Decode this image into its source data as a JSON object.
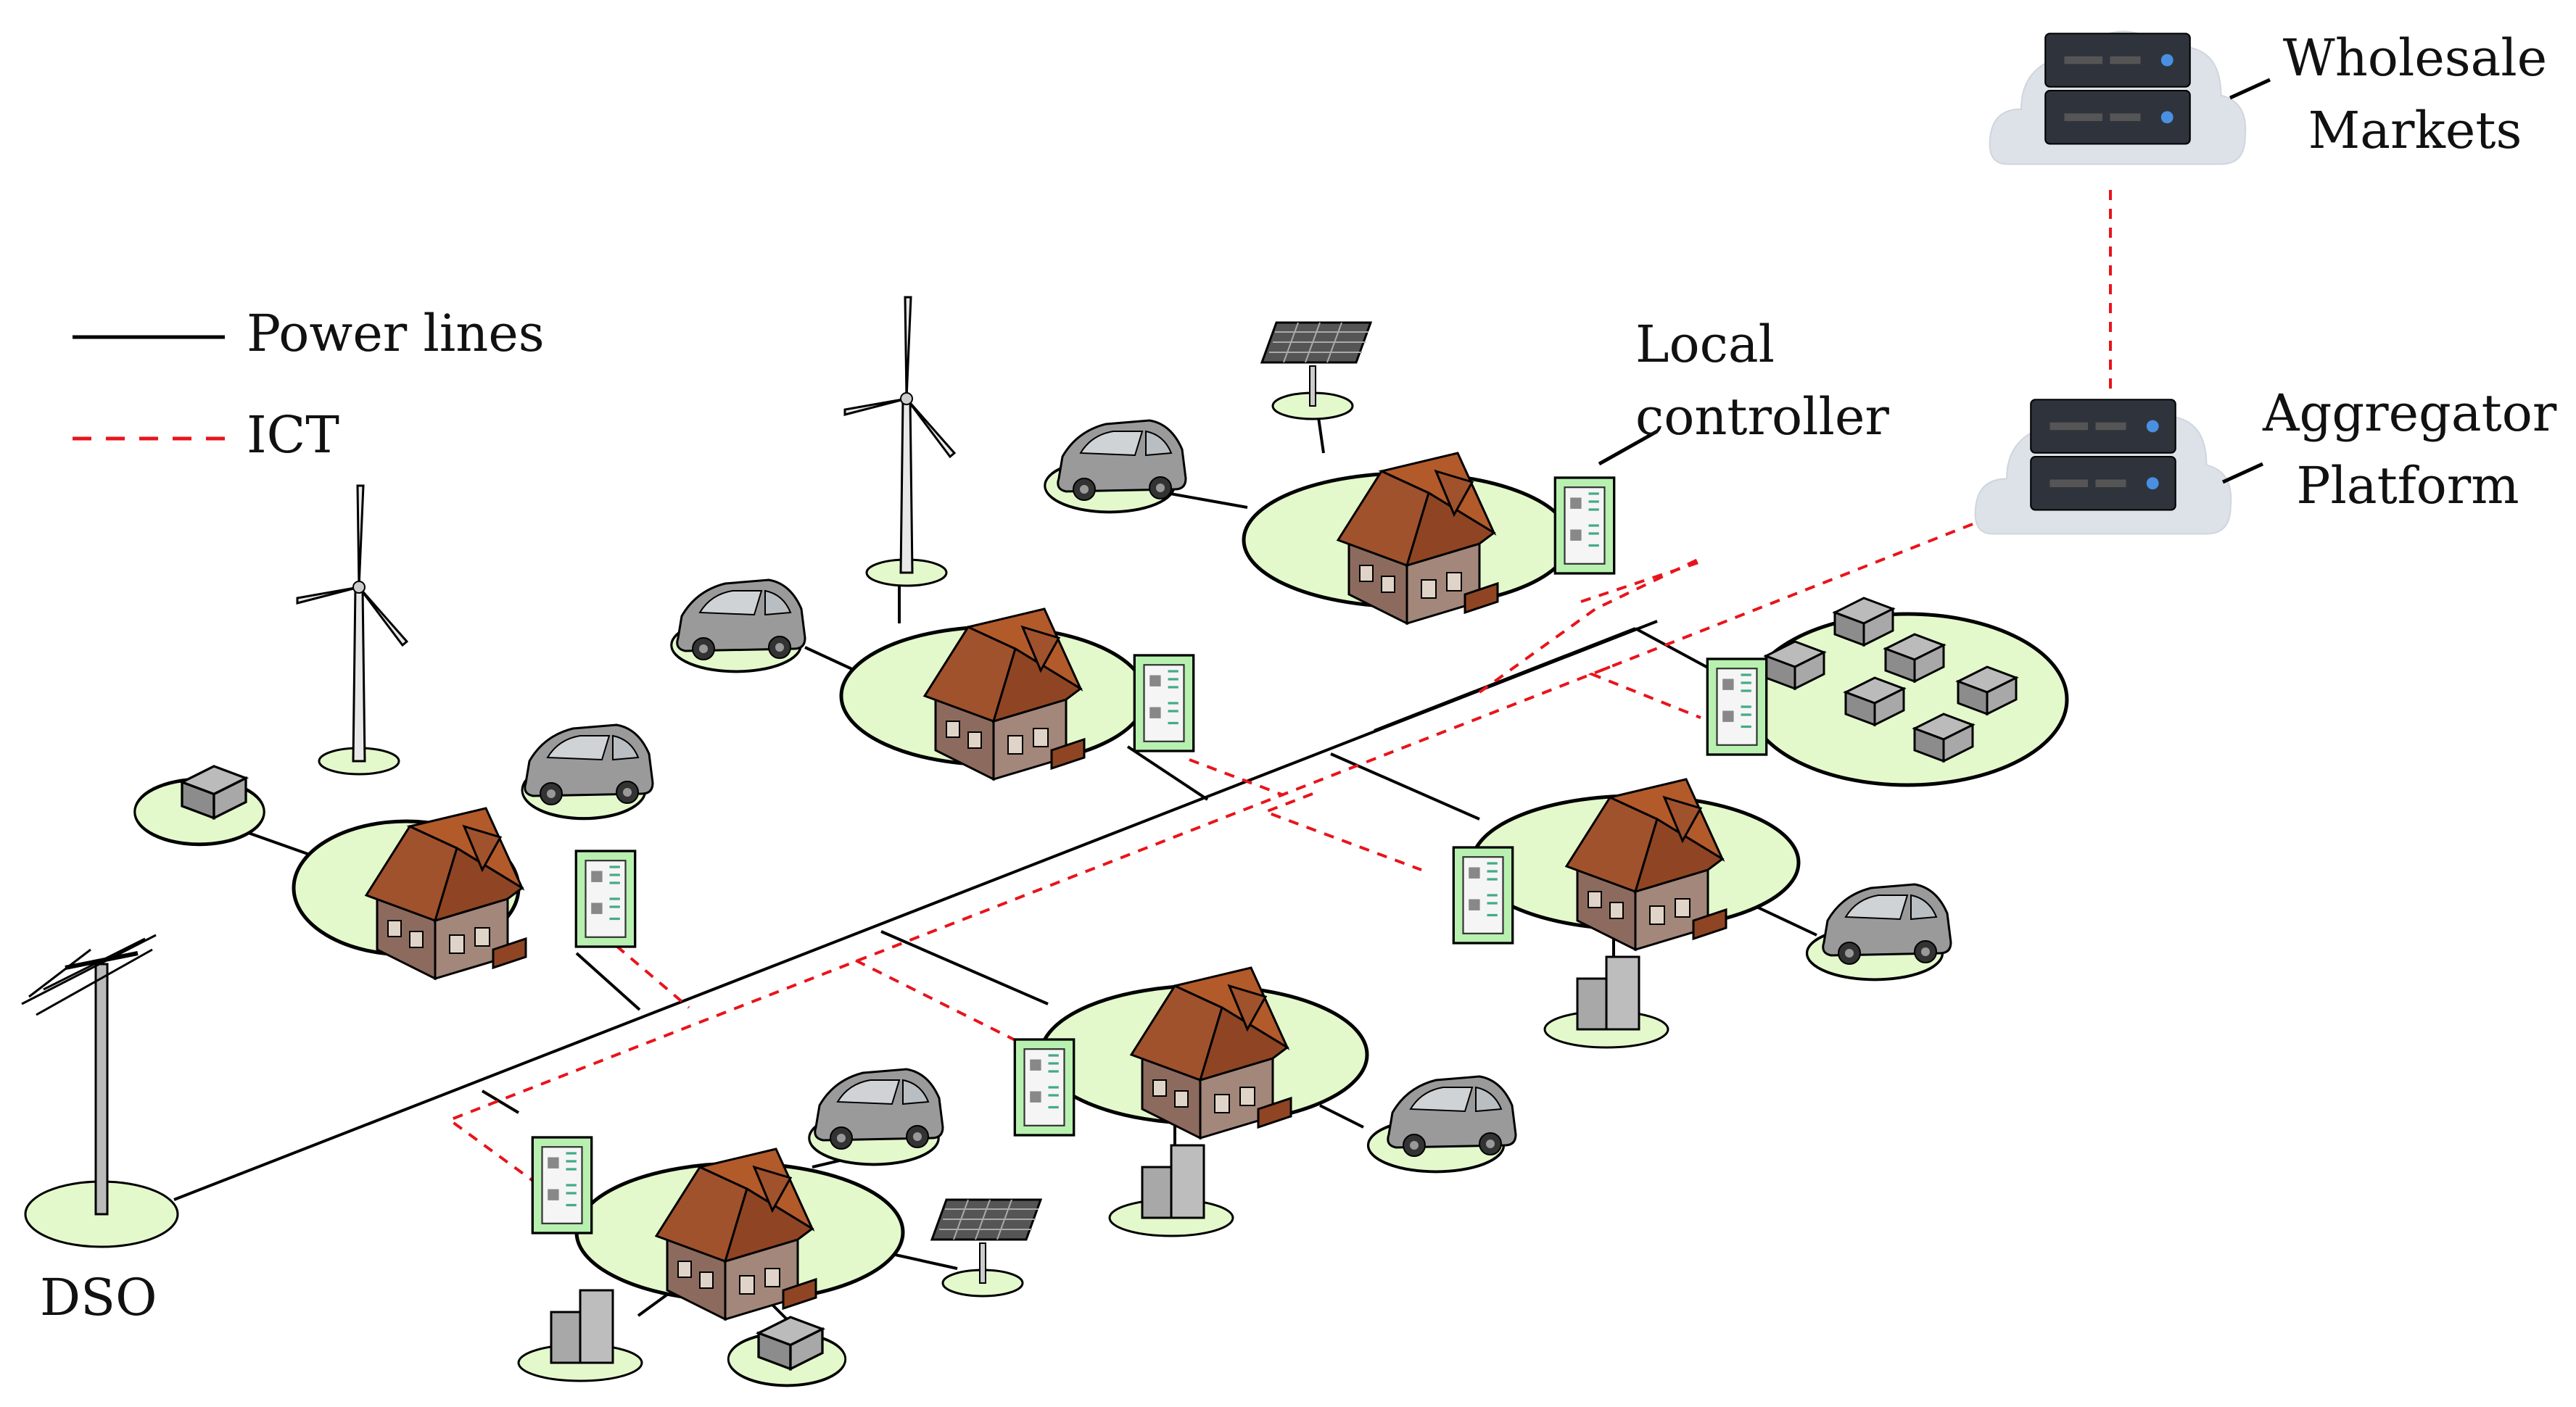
{
  "legend": {
    "power_lines": "Power lines",
    "ict": "ICT"
  },
  "labels": {
    "dso": "DSO",
    "local_controller_line1": "Local",
    "local_controller_line2": "controller",
    "aggregator_line1": "Aggregator",
    "aggregator_line2": "Platform",
    "wholesale_line1": "Wholesale",
    "wholesale_line2": "Markets"
  },
  "colors": {
    "power_line": "#000000",
    "ict_line": "#e8141b",
    "ground": "#e3f9cc",
    "roof": "#a0522d",
    "wall": "#9c7b6e",
    "controller": "#b8f0b0",
    "car": "#9a9a9a",
    "cloud": "#dde2e8",
    "server": "#2f343c",
    "server_led": "#4a90e2"
  },
  "icons": [
    "house-icon",
    "car-icon",
    "wind-turbine-icon",
    "solar-panel-icon",
    "battery-icon",
    "local-controller-icon",
    "server-icon",
    "cloud-icon",
    "utility-pole-icon"
  ]
}
